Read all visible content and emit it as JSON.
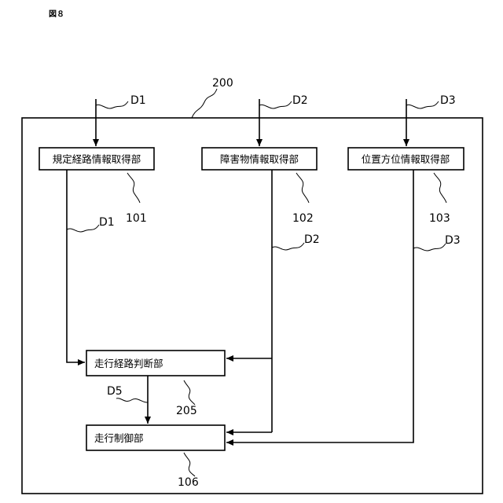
{
  "figure_label": "図８",
  "system": {
    "ref": "200"
  },
  "blocks": {
    "route_acq": {
      "label": "規定経路情報取得部",
      "ref": "101"
    },
    "obstacle_acq": {
      "label": "障害物情報取得部",
      "ref": "102"
    },
    "position_acq": {
      "label": "位置方位情報取得部",
      "ref": "103"
    },
    "route_judge": {
      "label": "走行経路判断部",
      "ref": "205"
    },
    "travel_ctrl": {
      "label": "走行制御部",
      "ref": "106"
    }
  },
  "signals": {
    "d1_in": "D1",
    "d2_in": "D2",
    "d3_in": "D3",
    "d1": "D1",
    "d2": "D2",
    "d3": "D3",
    "d5": "D5"
  }
}
